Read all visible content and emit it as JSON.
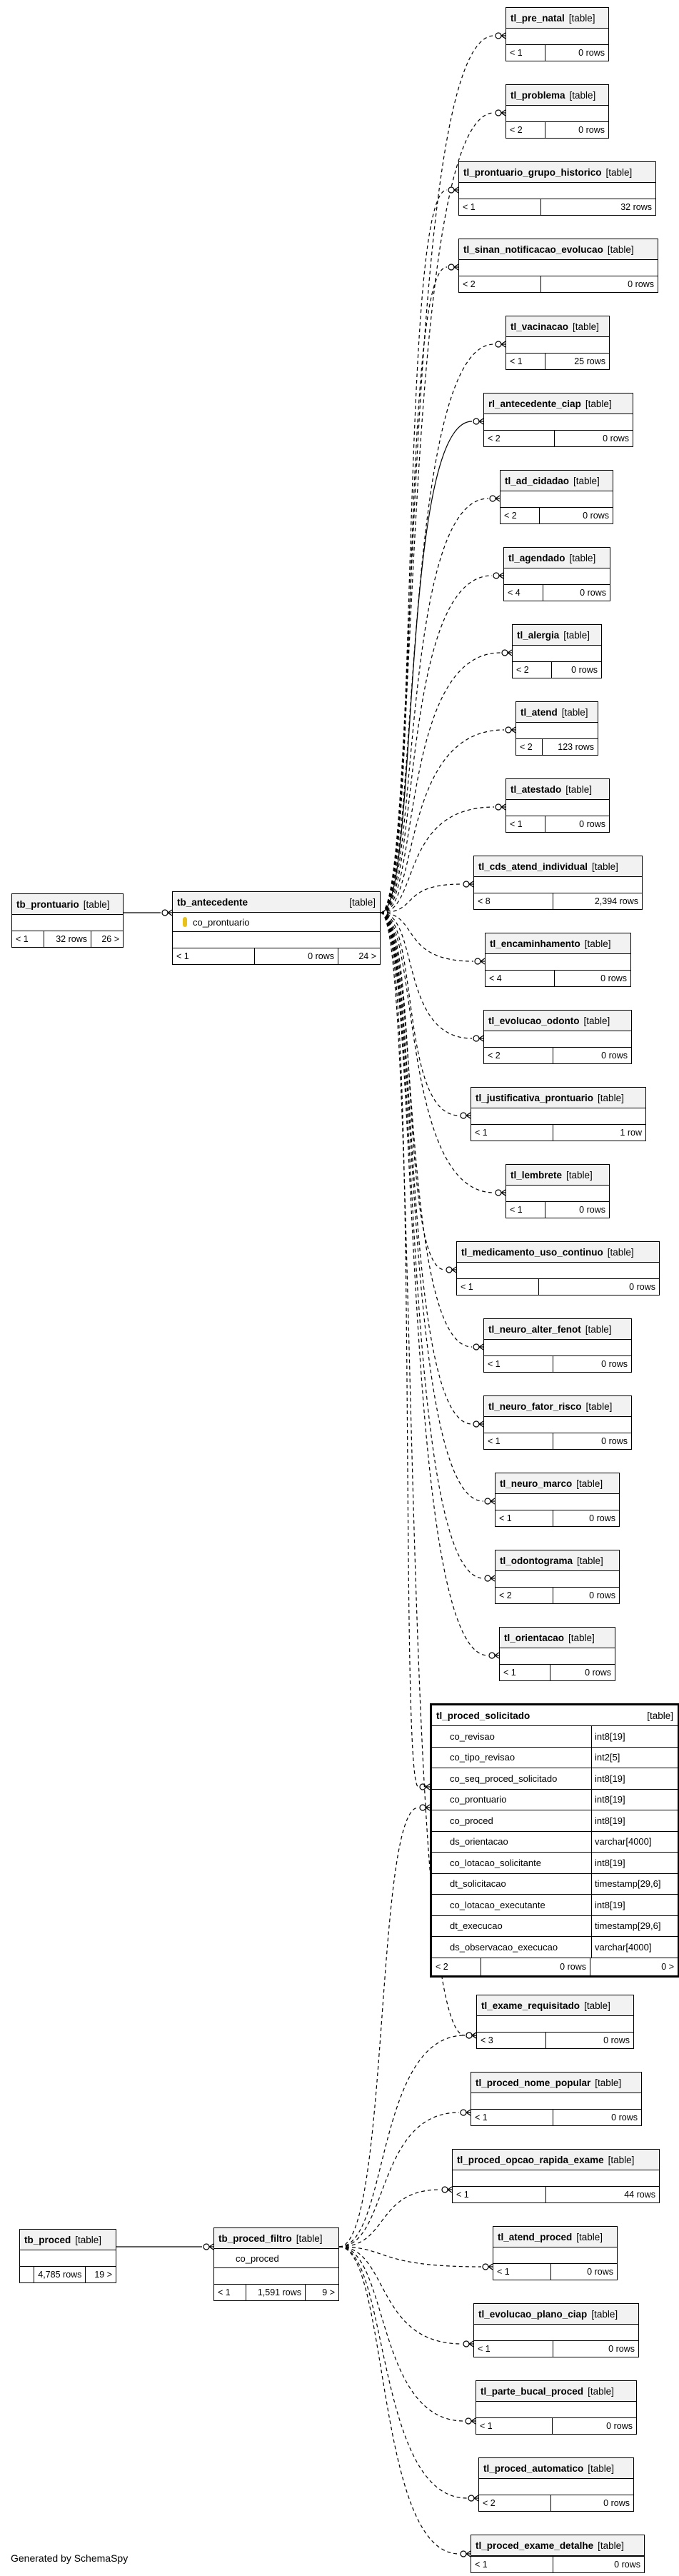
{
  "kind_label": "[table]",
  "footer": {
    "generated_by": "Generated by SchemaSpy"
  },
  "tables": {
    "tl_pre_natal": {
      "name": "tl_pre_natal",
      "left": "< 1",
      "rows": "0 rows"
    },
    "tl_problema": {
      "name": "tl_problema",
      "left": "< 2",
      "rows": "0 rows"
    },
    "tl_prontuario_grupo_historico": {
      "name": "tl_prontuario_grupo_historico",
      "left": "< 1",
      "rows": "32 rows"
    },
    "tl_sinan_notificacao_evolucao": {
      "name": "tl_sinan_notificacao_evolucao",
      "left": "< 2",
      "rows": "0 rows"
    },
    "tl_vacinacao": {
      "name": "tl_vacinacao",
      "left": "< 1",
      "rows": "25 rows"
    },
    "rl_antecedente_ciap": {
      "name": "rl_antecedente_ciap",
      "left": "< 2",
      "rows": "0 rows"
    },
    "tl_ad_cidadao": {
      "name": "tl_ad_cidadao",
      "left": "< 2",
      "rows": "0 rows"
    },
    "tl_agendado": {
      "name": "tl_agendado",
      "left": "< 4",
      "rows": "0 rows"
    },
    "tl_alergia": {
      "name": "tl_alergia",
      "left": "< 2",
      "rows": "0 rows"
    },
    "tl_atend": {
      "name": "tl_atend",
      "left": "< 2",
      "rows": "123 rows"
    },
    "tl_atestado": {
      "name": "tl_atestado",
      "left": "< 1",
      "rows": "0 rows"
    },
    "tl_cds_atend_individual": {
      "name": "tl_cds_atend_individual",
      "left": "< 8",
      "rows": "2,394 rows"
    },
    "tl_encaminhamento": {
      "name": "tl_encaminhamento",
      "left": "< 4",
      "rows": "0 rows"
    },
    "tl_evolucao_odonto": {
      "name": "tl_evolucao_odonto",
      "left": "< 2",
      "rows": "0 rows"
    },
    "tl_justificativa_prontuario": {
      "name": "tl_justificativa_prontuario",
      "left": "< 1",
      "rows": "1 row"
    },
    "tl_lembrete": {
      "name": "tl_lembrete",
      "left": "< 1",
      "rows": "0 rows"
    },
    "tl_medicamento_uso_continuo": {
      "name": "tl_medicamento_uso_continuo",
      "left": "< 1",
      "rows": "0 rows"
    },
    "tl_neuro_alter_fenot": {
      "name": "tl_neuro_alter_fenot",
      "left": "< 1",
      "rows": "0 rows"
    },
    "tl_neuro_fator_risco": {
      "name": "tl_neuro_fator_risco",
      "left": "< 1",
      "rows": "0 rows"
    },
    "tl_neuro_marco": {
      "name": "tl_neuro_marco",
      "left": "< 1",
      "rows": "0 rows"
    },
    "tl_odontograma": {
      "name": "tl_odontograma",
      "left": "< 2",
      "rows": "0 rows"
    },
    "tl_orientacao": {
      "name": "tl_orientacao",
      "left": "< 1",
      "rows": "0 rows"
    },
    "tl_exame_requisitado": {
      "name": "tl_exame_requisitado",
      "left": "< 3",
      "rows": "0 rows"
    },
    "tl_proced_nome_popular": {
      "name": "tl_proced_nome_popular",
      "left": "< 1",
      "rows": "0 rows"
    },
    "tl_proced_opcao_rapida_exame": {
      "name": "tl_proced_opcao_rapida_exame",
      "left": "< 1",
      "rows": "44 rows"
    },
    "tl_atend_proced": {
      "name": "tl_atend_proced",
      "left": "< 1",
      "rows": "0 rows"
    },
    "tl_evolucao_plano_ciap": {
      "name": "tl_evolucao_plano_ciap",
      "left": "< 1",
      "rows": "0 rows"
    },
    "tl_parte_bucal_proced": {
      "name": "tl_parte_bucal_proced",
      "left": "< 1",
      "rows": "0 rows"
    },
    "tl_proced_automatico": {
      "name": "tl_proced_automatico",
      "left": "< 2",
      "rows": "0 rows"
    },
    "tl_proced_exame_detalhe": {
      "name": "tl_proced_exame_detalhe",
      "left": "< 1",
      "rows": "0 rows"
    },
    "tb_prontuario": {
      "name": "tb_prontuario",
      "left": "< 1",
      "rows": "32 rows",
      "right": "26 >"
    },
    "tb_antecedente": {
      "name": "tb_antecedente",
      "column": "co_prontuario",
      "left": "< 1",
      "rows": "0 rows",
      "right": "24 >"
    },
    "tb_proced": {
      "name": "tb_proced",
      "rows": "4,785 rows",
      "right": "19 >"
    },
    "tb_proced_filtro": {
      "name": "tb_proced_filtro",
      "column": "co_proced",
      "left": "< 1",
      "rows": "1,591 rows",
      "right": "9 >"
    }
  },
  "tl_proced_solicitado": {
    "name": "tl_proced_solicitado",
    "columns": [
      {
        "name": "co_revisao",
        "type": "int8[19]"
      },
      {
        "name": "co_tipo_revisao",
        "type": "int2[5]"
      },
      {
        "name": "co_seq_proced_solicitado",
        "type": "int8[19]"
      },
      {
        "name": "co_prontuario",
        "type": "int8[19]"
      },
      {
        "name": "co_proced",
        "type": "int8[19]"
      },
      {
        "name": "ds_orientacao",
        "type": "varchar[4000]"
      },
      {
        "name": "co_lotacao_solicitante",
        "type": "int8[19]"
      },
      {
        "name": "dt_solicitacao",
        "type": "timestamp[29,6]"
      },
      {
        "name": "co_lotacao_executante",
        "type": "int8[19]"
      },
      {
        "name": "dt_execucao",
        "type": "timestamp[29,6]"
      },
      {
        "name": "ds_observacao_execucao",
        "type": "varchar[4000]"
      }
    ],
    "left": "< 2",
    "rows": "0 rows",
    "right": "0 >"
  }
}
